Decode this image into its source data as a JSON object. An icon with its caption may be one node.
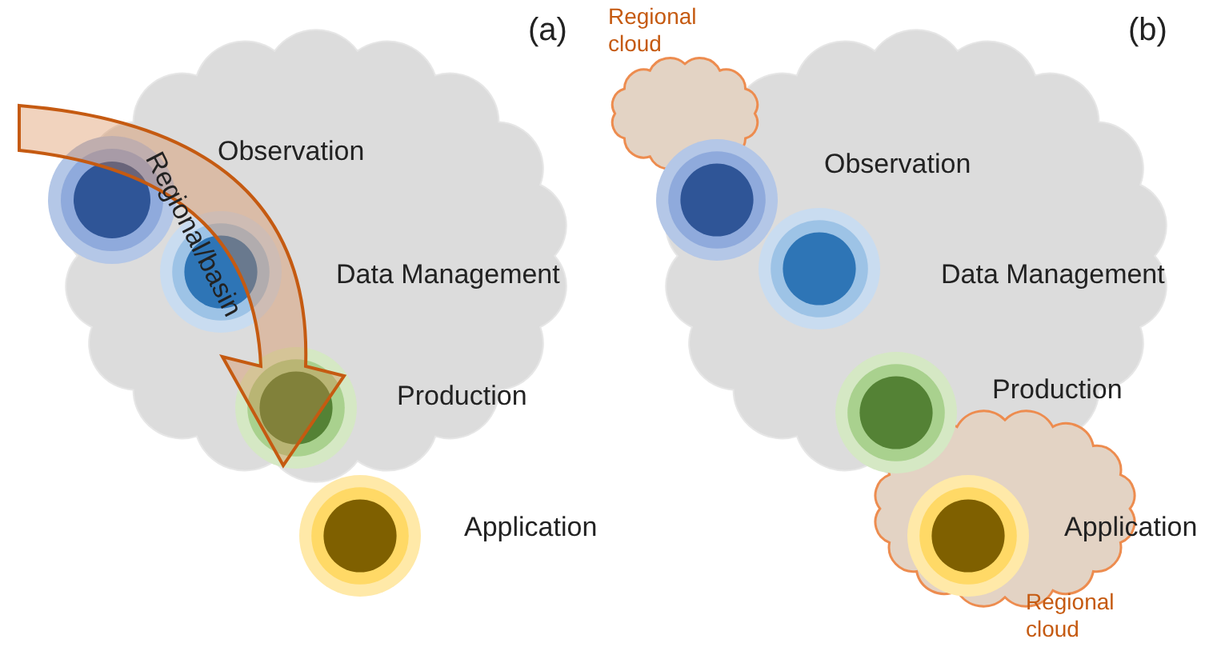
{
  "diagram": {
    "nodes": [
      {
        "text": [],
        "shape": "cloud"
      },
      {
        "text": [],
        "shape": "circle",
        "beside": [
          "Observation"
        ],
        "in": 0
      },
      {
        "text": [],
        "shape": "circle",
        "beside": [
          "Data Management"
        ],
        "in": 0
      },
      {
        "text": [],
        "shape": "circle",
        "beside": [
          "Production"
        ],
        "in": 0
      },
      {
        "text": [],
        "shape": "circle",
        "beside": [
          "Application"
        ]
      },
      {
        "text": [],
        "shape": "cloud"
      },
      {
        "text": [
          "Regional cloud"
        ]
      },
      {
        "text": [],
        "shape": "circle",
        "beside": [
          "Observation"
        ],
        "in": 5
      },
      {
        "text": [],
        "shape": "circle",
        "beside": [
          "Data Management"
        ],
        "in": 5
      },
      {
        "text": [],
        "shape": "circle",
        "beside": [
          "Production"
        ],
        "in": 5
      },
      {
        "text": [
          "Regional cloud"
        ]
      },
      {
        "text": [],
        "shape": "circle",
        "beside": [
          "Application"
        ],
        "in": 10
      }
    ],
    "edges": [
      {
        "from": null,
        "to": 3,
        "arrow": "to",
        "label": "Regional/basin",
        "style": "thick",
        "color": "#c55a11"
      }
    ],
    "labels": [
      "(a)",
      "(b)"
    ]
  }
}
